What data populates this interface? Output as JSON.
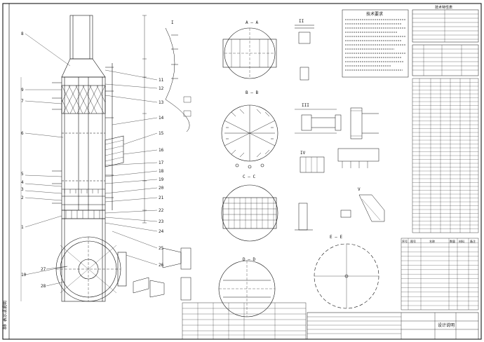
{
  "drawing": {
    "type": "engineering-drawing",
    "border_color": "#000000",
    "line_color": "#111111",
    "hatch_color": "#333333"
  },
  "left_margin_label": "80 表示法说明",
  "tower": {
    "callouts_left": [
      "1",
      "2",
      "3",
      "4",
      "5",
      "6",
      "7",
      "8",
      "9",
      "10"
    ],
    "callouts_right": [
      "11",
      "12",
      "13",
      "14",
      "15",
      "16",
      "17",
      "18",
      "19",
      "20",
      "21",
      "22",
      "23",
      "24",
      "25",
      "26"
    ],
    "base_callouts": [
      "27",
      "28"
    ]
  },
  "section_labels": [
    "A — A",
    "B — B",
    "C — C",
    "D — D",
    "E — E"
  ],
  "detail_labels": [
    "I",
    "II",
    "III",
    "IV",
    "V"
  ],
  "tech_requirements": {
    "title": "技术要求"
  },
  "spec_table": {
    "title": "技术特性表",
    "title_block": "设计说明"
  },
  "bom_table": {
    "columns": [
      "序号",
      "图号",
      "名称",
      "数量",
      "材料",
      "备注"
    ]
  }
}
